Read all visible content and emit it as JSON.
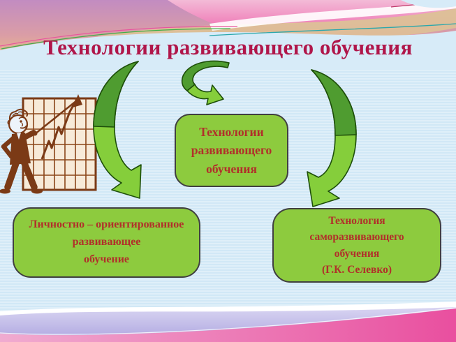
{
  "slide": {
    "title": "Технологии развивающего обучения",
    "boxes": {
      "center": {
        "lines": [
          "Технологии",
          "развивающего",
          "обучения"
        ]
      },
      "left": {
        "lines": [
          "Личностно – ориентированное",
          "развивающее",
          "обучение"
        ]
      },
      "right": {
        "lines": [
          "Технология",
          "саморазвивающего",
          "обучения",
          "(Г.К. Селевко)"
        ]
      }
    },
    "illustration": "man-pointing-at-growth-chart",
    "arrows": [
      "curved-arrow-left",
      "loop-arrow-center",
      "curved-arrow-right"
    ],
    "colors": {
      "background": "#d7ebf8",
      "box_fill": "#8dcb3e",
      "box_border": "#404040",
      "title_text": "#b0164a",
      "box_text": "#b1302a",
      "arrow_dark_green": "#4f9c30",
      "arrow_light_green": "#85ce3b",
      "arrow_outline": "#1e4f0a",
      "clipart_brown": "#7b3a16",
      "chart_paper": "#f7ead8",
      "band_magenta": "#ed4fa1",
      "band_lavender": "#aca4df",
      "band_tan": "#dcc197",
      "band_purple": "#c28cc1",
      "band_yellow": "#f2c879"
    }
  }
}
